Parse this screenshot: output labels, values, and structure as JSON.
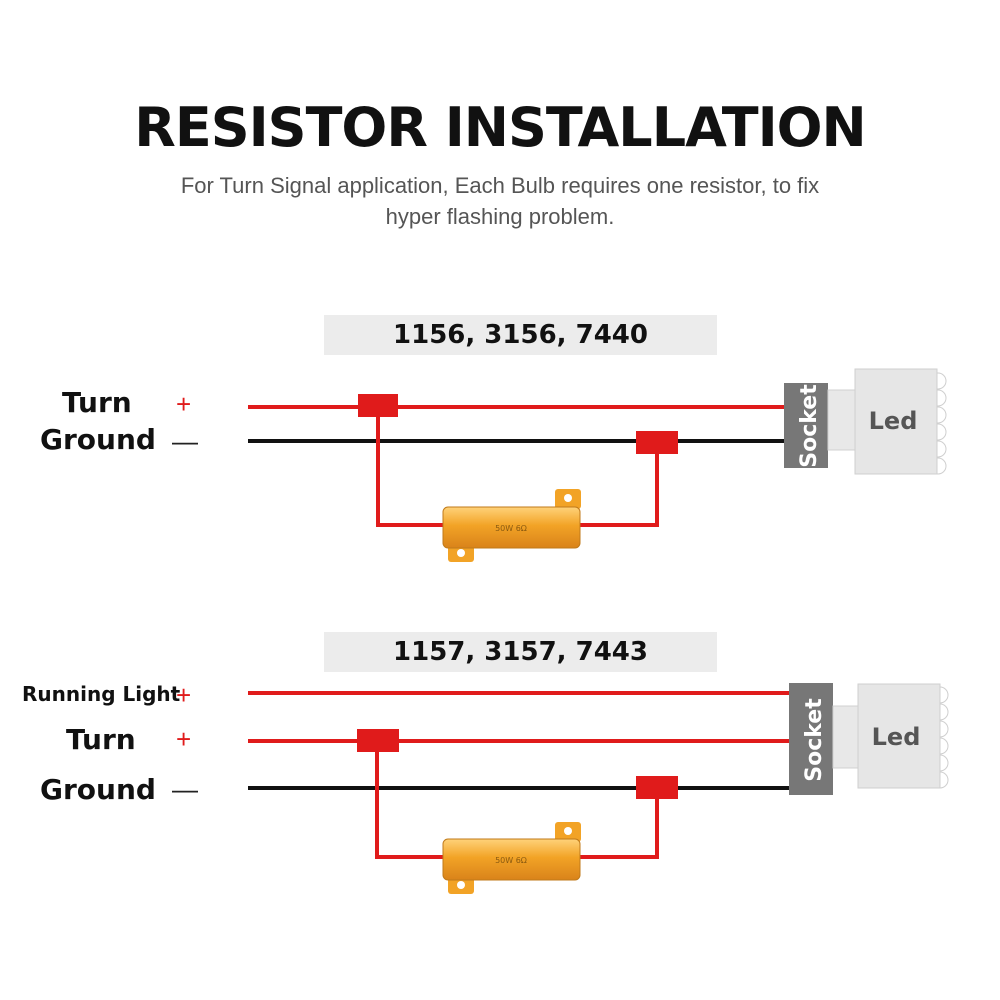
{
  "header": {
    "title": "RESISTOR INSTALLATION",
    "subtitle_line1": "For Turn Signal application, Each Bulb requires one resistor, to fix",
    "subtitle_line2": "hyper flashing problem."
  },
  "colors": {
    "positive_wire": "#e01b1b",
    "ground_wire": "#111111",
    "socket": "#777777",
    "led": "#e6e6e6",
    "resistor": "#f2a326"
  },
  "diagram_1": {
    "banner": "1156, 3156, 7440",
    "turn_label": "Turn",
    "turn_sign": "+",
    "ground_label": "Ground",
    "ground_sign": "—",
    "socket_label": "Socket",
    "led_label": "Led",
    "resistor_label": "50W 6Ω"
  },
  "diagram_2": {
    "banner": "1157, 3157, 7443",
    "running_label": "Running Light",
    "running_sign": "+",
    "turn_label": "Turn",
    "turn_sign": "+",
    "ground_label": "Ground",
    "ground_sign": "—",
    "socket_label": "Socket",
    "led_label": "Led",
    "resistor_label": "50W 6Ω"
  }
}
